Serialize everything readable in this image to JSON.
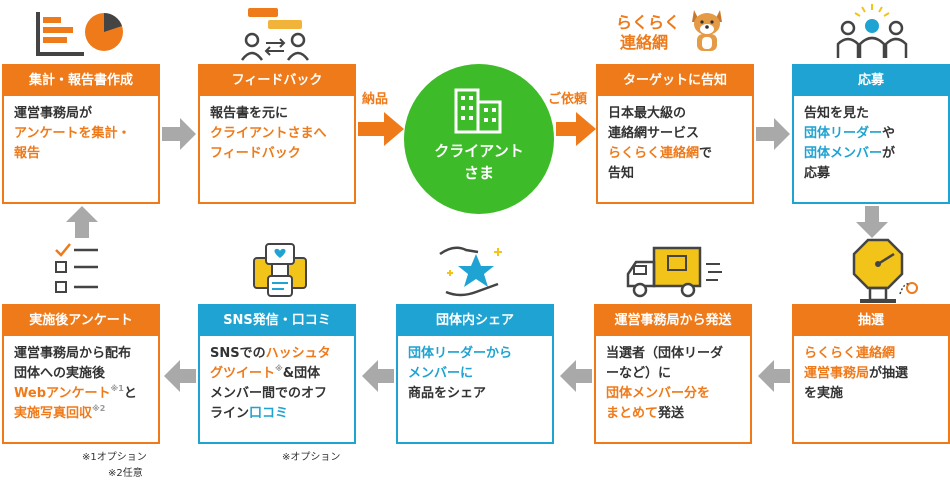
{
  "colors": {
    "orange": "#ef7a1a",
    "blue": "#1fa3d2",
    "green": "#3ebb28",
    "gray": "#a9a9a9"
  },
  "cards": {
    "c1": {
      "title": "集計・報告書作成",
      "lines": [
        [
          {
            "t": "運営事務局が",
            "c": ""
          }
        ],
        [
          {
            "t": "アンケートを集計・",
            "c": "o"
          }
        ],
        [
          {
            "t": "報告",
            "c": "o"
          }
        ]
      ]
    },
    "c2": {
      "title": "フィードバック",
      "lines": [
        [
          {
            "t": "報告書を元に",
            "c": ""
          }
        ],
        [
          {
            "t": "クライアントさまへ",
            "c": "o"
          }
        ],
        [
          {
            "t": "フィードバック",
            "c": "o"
          }
        ]
      ]
    },
    "c3": {
      "title": "ターゲットに告知",
      "lines": [
        [
          {
            "t": "日本最大級の",
            "c": ""
          }
        ],
        [
          {
            "t": "連絡網サービス",
            "c": ""
          }
        ],
        [
          {
            "t": "らくらく連絡網",
            "c": "o"
          },
          {
            "t": "で",
            "c": ""
          }
        ],
        [
          {
            "t": "告知",
            "c": ""
          }
        ]
      ]
    },
    "c4": {
      "title": "応募",
      "lines": [
        [
          {
            "t": "告知を見た",
            "c": ""
          }
        ],
        [
          {
            "t": "団体リーダー",
            "c": "b"
          },
          {
            "t": "や",
            "c": ""
          }
        ],
        [
          {
            "t": "団体メンバー",
            "c": "b"
          },
          {
            "t": "が",
            "c": ""
          }
        ],
        [
          {
            "t": "応募",
            "c": ""
          }
        ]
      ]
    },
    "c5": {
      "title": "抽選",
      "lines": [
        [
          {
            "t": "らくらく連絡網",
            "c": "o"
          }
        ],
        [
          {
            "t": "運営事務局",
            "c": "o"
          },
          {
            "t": "が抽選",
            "c": ""
          }
        ],
        [
          {
            "t": "を実施",
            "c": ""
          }
        ]
      ]
    },
    "c6": {
      "title": "運営事務局から発送",
      "lines": [
        [
          {
            "t": "当選者（団体リーダ",
            "c": ""
          }
        ],
        [
          {
            "t": "ーなど）に",
            "c": ""
          }
        ],
        [
          {
            "t": "団体メンバー分を",
            "c": "o"
          }
        ],
        [
          {
            "t": "まとめて",
            "c": "o"
          },
          {
            "t": "発送",
            "c": ""
          }
        ]
      ]
    },
    "c7": {
      "title": "団体内シェア",
      "lines": [
        [
          {
            "t": "団体リーダーから",
            "c": "b"
          }
        ],
        [
          {
            "t": "メンバーに",
            "c": "b"
          }
        ],
        [
          {
            "t": "商品をシェア",
            "c": ""
          }
        ]
      ]
    },
    "c8": {
      "title": "SNS発信・口コミ",
      "lines": [
        [
          {
            "t": "SNSでの",
            "c": ""
          },
          {
            "t": "ハッシュタ",
            "c": "o"
          }
        ],
        [
          {
            "t": "グツイート",
            "c": "o"
          },
          {
            "t": "※",
            "c": "sup"
          },
          {
            "t": "&団体",
            "c": ""
          }
        ],
        [
          {
            "t": "メンバー間でのオフ",
            "c": ""
          }
        ],
        [
          {
            "t": "ライン",
            "c": ""
          },
          {
            "t": "口コミ",
            "c": "b"
          }
        ]
      ]
    },
    "c9": {
      "title": "実施後アンケート",
      "lines": [
        [
          {
            "t": "運営事務局から配布",
            "c": ""
          }
        ],
        [
          {
            "t": "団体への実施後",
            "c": ""
          }
        ],
        [
          {
            "t": "Webアンケート",
            "c": "o"
          },
          {
            "t": "※1",
            "c": "sup"
          },
          {
            "t": "と",
            "c": ""
          }
        ],
        [
          {
            "t": "実施写真回収",
            "c": "o"
          },
          {
            "t": "※2",
            "c": "sup"
          }
        ]
      ]
    }
  },
  "client": {
    "line1": "クライアント",
    "line2": "さま"
  },
  "labels": {
    "delivery": "納品",
    "request": "ご依頼"
  },
  "logo": {
    "line1": "らくらく",
    "line2": "連絡網"
  },
  "notes": {
    "option1": "※1オプション",
    "option2": "※2任意",
    "option": "※オプション"
  },
  "icons": [
    "chart-icon",
    "feedback-people-icon",
    "dog-mascot-icon",
    "people-icon",
    "lottery-machine-icon",
    "delivery-truck-icon",
    "star-hands-icon",
    "sns-phones-icon",
    "checklist-icon",
    "building-icon"
  ]
}
